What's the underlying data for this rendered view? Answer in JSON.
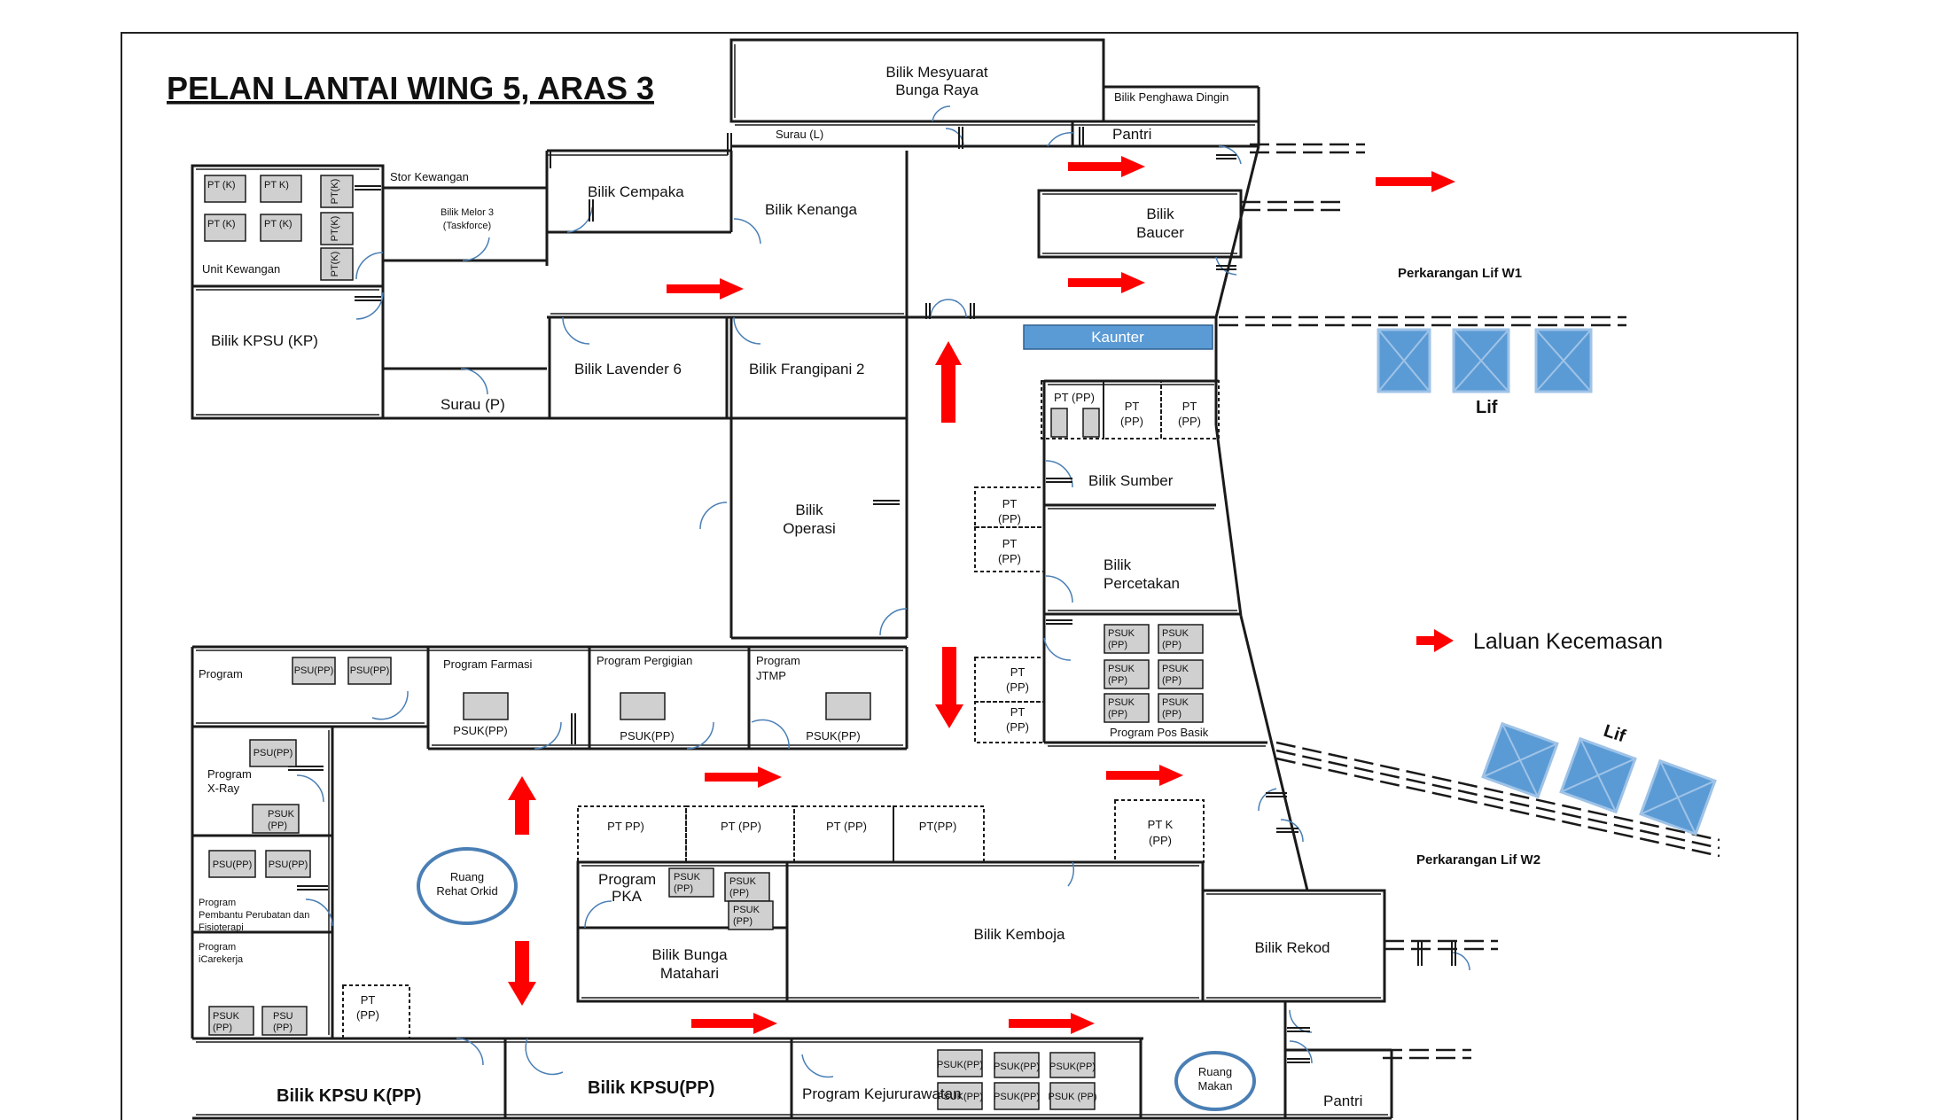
{
  "title": "PELAN LANTAI WING 5, ARAS 3",
  "colors": {
    "arrow": "#ff0000",
    "lift": "#5b9bd5",
    "counter": "#5b9bd5",
    "wall": "#1a1a1a",
    "door": "#4a7fb5",
    "furniture": "#d0d0d0"
  },
  "rooms": {
    "mesyuarat_1": "Bilik  Mesyuarat",
    "mesyuarat_2": "Bunga Raya",
    "penghawa": "Bilik Penghawa Dingin",
    "surau_l": "Surau (L)",
    "pantri_top": "Pantri",
    "stor": "Stor Kewangan",
    "cempaka": "Bilik Cempaka",
    "kenanga": "Bilik Kenanga",
    "baucer_1": "Bilik",
    "baucer_2": "Baucer",
    "melor_1": "Bilik Melor 3",
    "melor_2": "(Taskforce)",
    "unit_kewangan": "Unit Kewangan",
    "kpsu_kp": "Bilik KPSU (KP)",
    "surau_p": "Surau (P)",
    "lavender": "Bilik Lavender 6",
    "frangipani": "Bilik Frangipani 2",
    "kaunter": "Kaunter",
    "sumber": "Bilik Sumber",
    "percetakan_1": "Bilik",
    "percetakan_2": "Percetakan",
    "operasi_1": "Bilik",
    "operasi_2": "Operasi",
    "program": "Program",
    "farmasi": "Program Farmasi",
    "pergigian": "Program Pergigian",
    "jtmp_1": "Program",
    "jtmp_2": "JTMP",
    "xray_1": "Program",
    "xray_2": "X-Ray",
    "fisio_1": "Program",
    "fisio_2": "Pembantu Perubatan dan",
    "fisio_3": "Fisioterapi",
    "icarekerja_1": "Program",
    "icarekerja_2": "iCarekerja",
    "rehat_1": "Ruang",
    "rehat_2": "Rehat Orkid",
    "pka_1": "Program",
    "pka_2": "PKA",
    "matahari_1": "Bilik Bunga",
    "matahari_2": "Matahari",
    "kemboja": "Bilik Kemboja",
    "rekod": "Bilik Rekod",
    "pos_basik": "Program Pos Basik",
    "kpsu_kpp": "Bilik KPSU K(PP)",
    "kpsu_pp": "Bilik KPSU(PP)",
    "kejururawatan": "Program Kejururawatan",
    "makan_1": "Ruang",
    "makan_2": "Makan",
    "pantri_bottom": "Pantri"
  },
  "furniture": {
    "pt_k": "PT (K)",
    "pt_k2": "PT K)",
    "pt_k3": "PT(K)",
    "pt_pp": "PT (PP)",
    "pt": "PT",
    "pp": "(PP)",
    "pt_pp_a": "PT PP)",
    "pt_pp_b": "PT(PP)",
    "pt_k_4": "PT K",
    "psu_pp": "PSU(PP)",
    "psuk_pp": "PSUK(PP)",
    "psuk_pp_spaced": "PSUK (PP)",
    "psuk": "PSUK",
    "psu": "PSU"
  },
  "lifts": {
    "w1_label": "Perkarangan Lif W1",
    "w2_label": "Perkarangan Lif W2",
    "lif": "Lif"
  },
  "legend": {
    "label": "Laluan Kecemasan"
  }
}
